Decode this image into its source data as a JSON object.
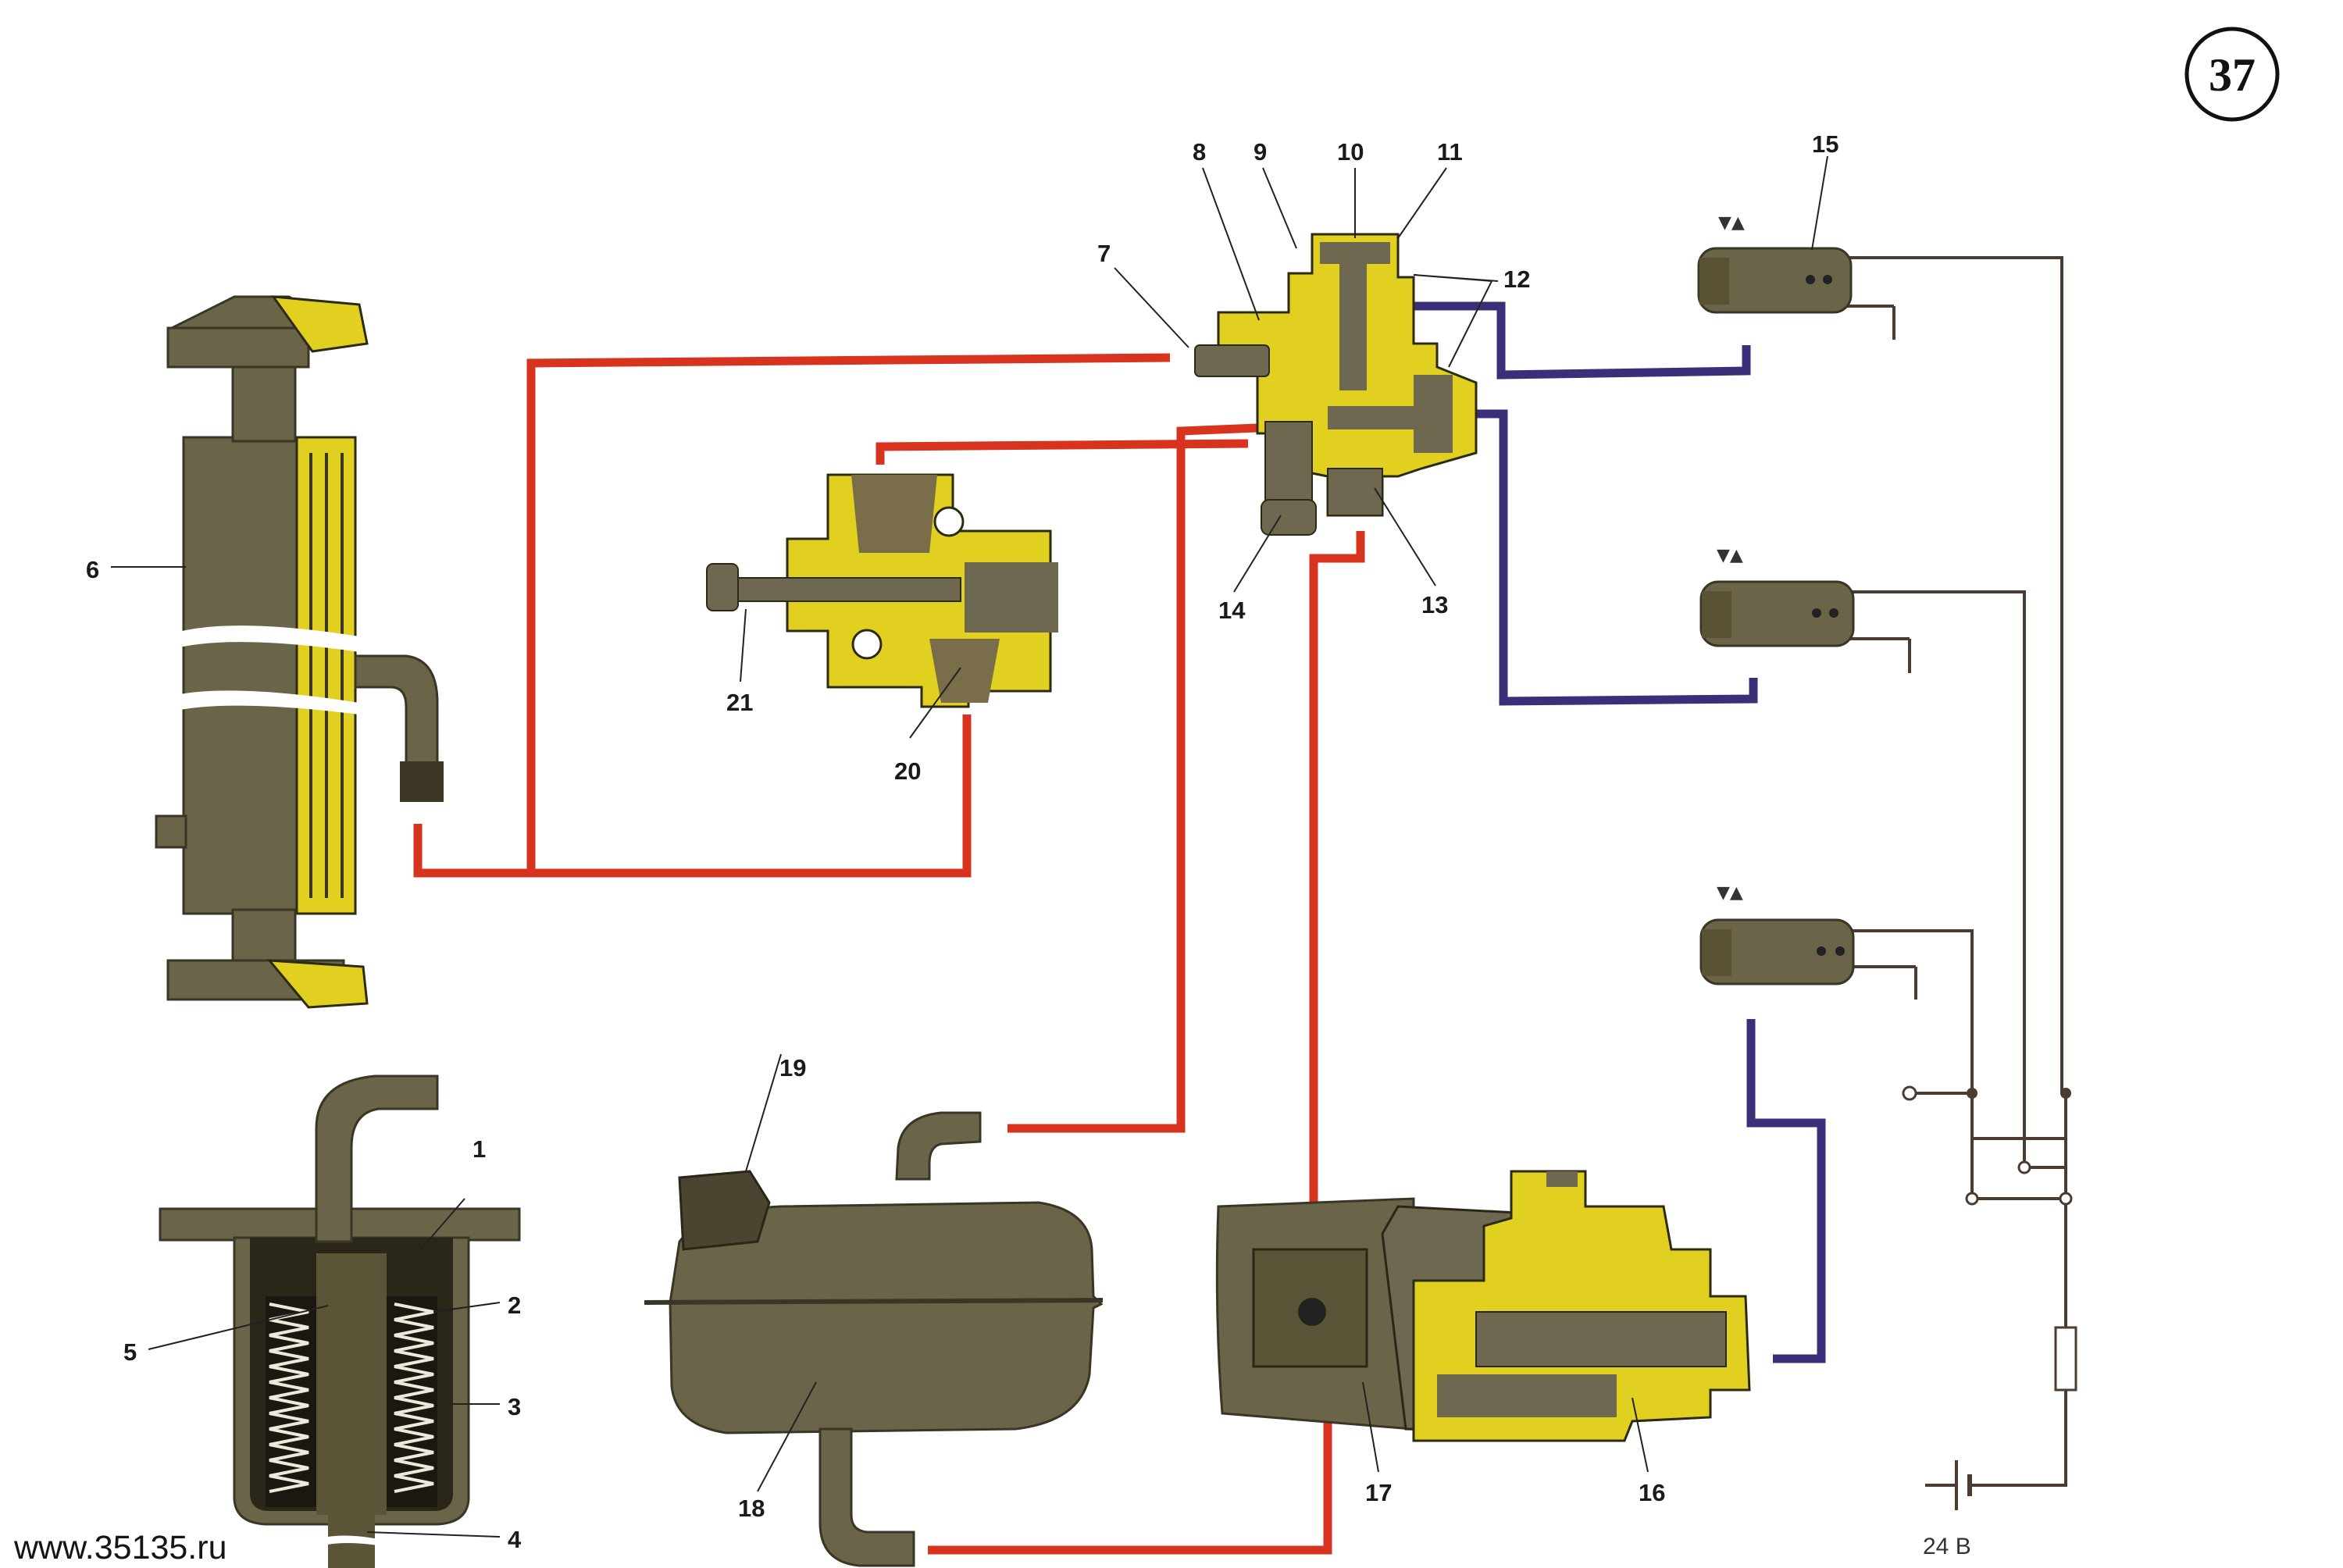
{
  "page_number": "37",
  "website": "www.35135.ru",
  "voltage_label": "24 В",
  "colors": {
    "pressure_line": "#d8331f",
    "control_line": "#3a2f79",
    "electric_wire": "#4b3c31",
    "cutaway_highlight": "#e2d020",
    "housing": "#6a6448"
  },
  "callouts": [
    "1",
    "2",
    "3",
    "4",
    "5",
    "6",
    "7",
    "8",
    "9",
    "10",
    "11",
    "12",
    "13",
    "14",
    "15",
    "16",
    "17",
    "18",
    "19",
    "20",
    "21"
  ]
}
